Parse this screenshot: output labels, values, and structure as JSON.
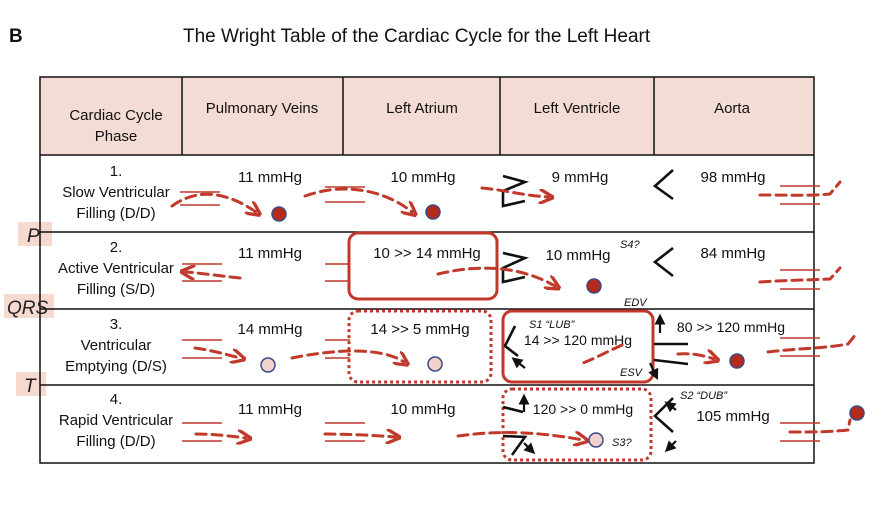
{
  "panel_label": "B",
  "title": "The Wright Table of the Cardiac Cycle for the Left Heart",
  "headers": [
    "Cardiac Cycle Phase",
    "Pulmonary Veins",
    "Left Atrium",
    "Left Ventricle",
    "Aorta"
  ],
  "phases": [
    {
      "number": "1.",
      "name_lines": [
        "Slow Ventricular",
        "Filling (D/D)"
      ],
      "pv": "11 mmHg",
      "la": "10 mmHg",
      "lv": "9 mmHg",
      "ao": "98 mmHg"
    },
    {
      "number": "2.",
      "name_lines": [
        "Active Ventricular",
        "Filling (S/D)"
      ],
      "pv": "11 mmHg",
      "la": "10 >> 14 mmHg",
      "lv": "10 mmHg",
      "ao": "84 mmHg"
    },
    {
      "number": "3.",
      "name_lines": [
        "Ventricular",
        "Emptying (D/S)"
      ],
      "pv": "14 mmHg",
      "la": "14 >> 5  mmHg",
      "lv": "14 >> 120 mmHg",
      "ao": "80 >> 120 mmHg"
    },
    {
      "number": "4.",
      "name_lines": [
        "Rapid Ventricular",
        "Filling (D/D)"
      ],
      "pv": "11 mmHg",
      "la": "10 mmHg",
      "lv": "120 >> 0 mmHg",
      "ao": "105 mmHg"
    }
  ],
  "annotations": {
    "s4": "S4?",
    "edv": "EDV",
    "s1": "S1 “LUB”",
    "esv": "ESV",
    "s2": "S2 “DUB”",
    "s3": "S3?"
  },
  "ecg_labels": [
    "P",
    "QRS",
    "T"
  ],
  "colors": {
    "header_fill": "#f2dcd4",
    "flow_arrow": "#c0392b",
    "dot_dark": "#b52a1a",
    "dot_light": "#f2d2cc",
    "dot_outline": "#3a4a8a",
    "ecg_label_bg": "#f6d9cf"
  }
}
